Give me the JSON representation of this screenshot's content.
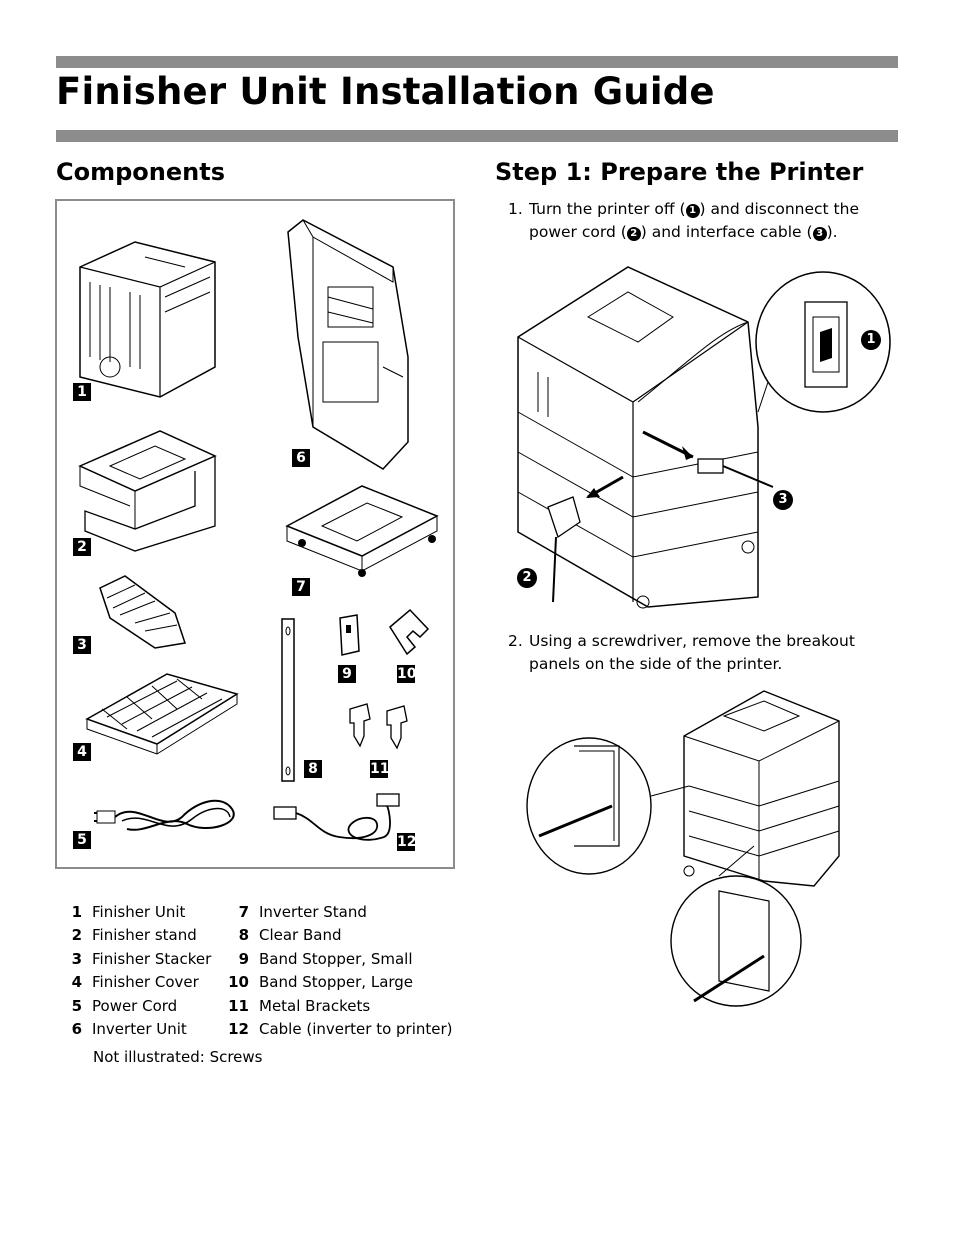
{
  "page_title": "Finisher Unit Installation Guide",
  "components": {
    "heading": "Components",
    "badges": [
      "1",
      "2",
      "3",
      "4",
      "5",
      "6",
      "7",
      "8",
      "9",
      "10",
      "11",
      "12"
    ],
    "items": [
      {
        "num": "1",
        "label": "Finisher Unit"
      },
      {
        "num": "2",
        "label": "Finisher stand"
      },
      {
        "num": "3",
        "label": "Finisher Stacker"
      },
      {
        "num": "4",
        "label": "Finisher Cover"
      },
      {
        "num": "5",
        "label": "Power Cord"
      },
      {
        "num": "6",
        "label": "Inverter Unit"
      },
      {
        "num": "7",
        "label": "Inverter Stand"
      },
      {
        "num": "8",
        "label": "Clear Band"
      },
      {
        "num": "9",
        "label": "Band Stopper, Small"
      },
      {
        "num": "10",
        "label": "Band Stopper, Large"
      },
      {
        "num": "11",
        "label": "Metal Brackets"
      },
      {
        "num": "12",
        "label": "Cable (inverter to printer)"
      }
    ],
    "note": "Not illustrated: Screws"
  },
  "step1": {
    "heading": "Step 1: Prepare the Printer",
    "item1": {
      "num": "1.",
      "part_a": "Turn the printer off (",
      "mark_1": "1",
      "part_b": ") and disconnect the",
      "part_c": "power cord (",
      "mark_2": "2",
      "part_d": ") and interface cable (",
      "mark_3": "3",
      "part_e": ")."
    },
    "item2": {
      "num": "2.",
      "line1": "Using a screwdriver, remove the breakout",
      "line2": "panels on the side of the printer."
    },
    "callouts": [
      "1",
      "2",
      "3"
    ]
  }
}
